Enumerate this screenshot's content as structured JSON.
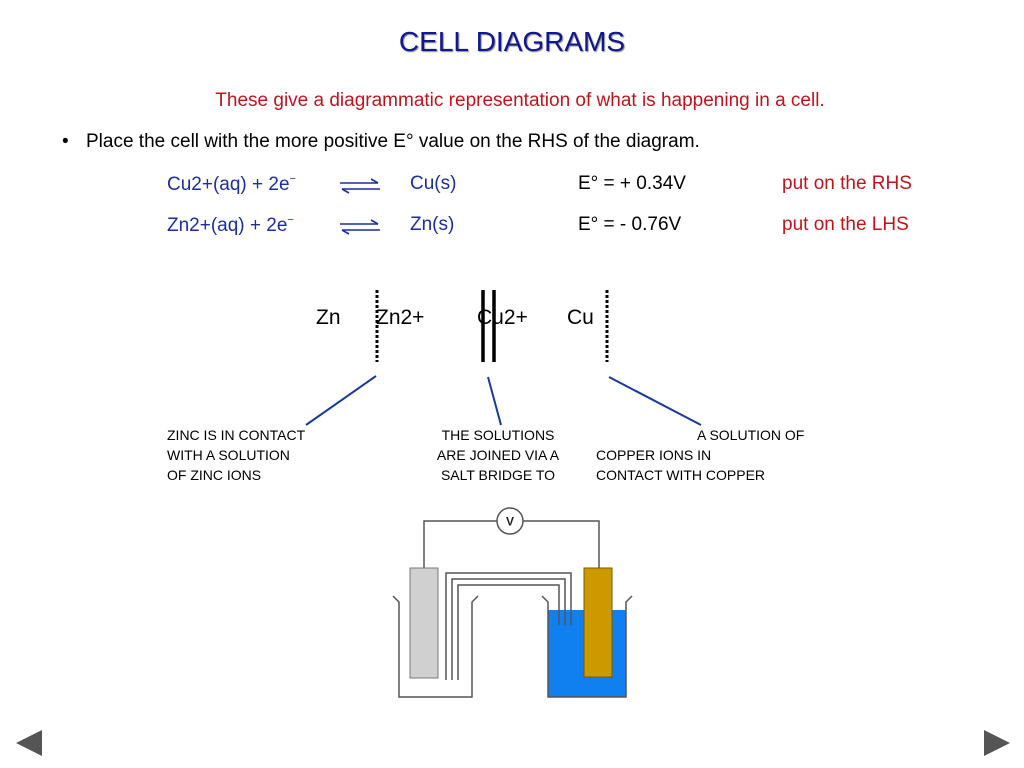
{
  "title": "CELL DIAGRAMS",
  "subtitle": "These give a diagrammatic representation of what is happening in a cell.",
  "bullet": "Place the cell with the more positive E° value on the RHS of the diagram.",
  "equations": [
    {
      "left": "Cu2+(aq) +  2e",
      "electron_sign": "−",
      "right": "Cu(s)",
      "potential": "E° = + 0.34V",
      "note": "put on the RHS"
    },
    {
      "left": "Zn2+(aq) +  2e",
      "electron_sign": "−",
      "right": "Zn(s)",
      "potential": "E° = - 0.76V",
      "note": "put on the LHS"
    }
  ],
  "cell_notation": {
    "zn": "Zn",
    "zn_ion": "Zn2+",
    "cu_ion": "Cu2+",
    "cu": "Cu"
  },
  "captions": {
    "zinc": [
      "ZINC IS IN CONTACT",
      "WITH A SOLUTION",
      "OF ZINC IONS"
    ],
    "bridge": [
      "THE SOLUTIONS",
      "ARE JOINED VIA A",
      "SALT BRIDGE TO"
    ],
    "copper": [
      "A SOLUTION OF",
      "COPPER IONS IN",
      "CONTACT WITH COPPER"
    ]
  },
  "voltmeter_label": "V",
  "colors": {
    "title": "#10188c",
    "subtitle": "#c0141c",
    "equation_blue": "#1a2fa0",
    "note_red": "#c0141c",
    "pointer_blue": "#1a3a9a",
    "copper_solution": "#1080f0",
    "zinc_electrode": "#d0d0d0",
    "copper_electrode": "#cc9900",
    "nav_arrow": "#555555"
  },
  "icons": {
    "prev": "triangle-left-icon",
    "next": "triangle-right-icon",
    "equilibrium": "equilibrium-arrows-icon"
  }
}
